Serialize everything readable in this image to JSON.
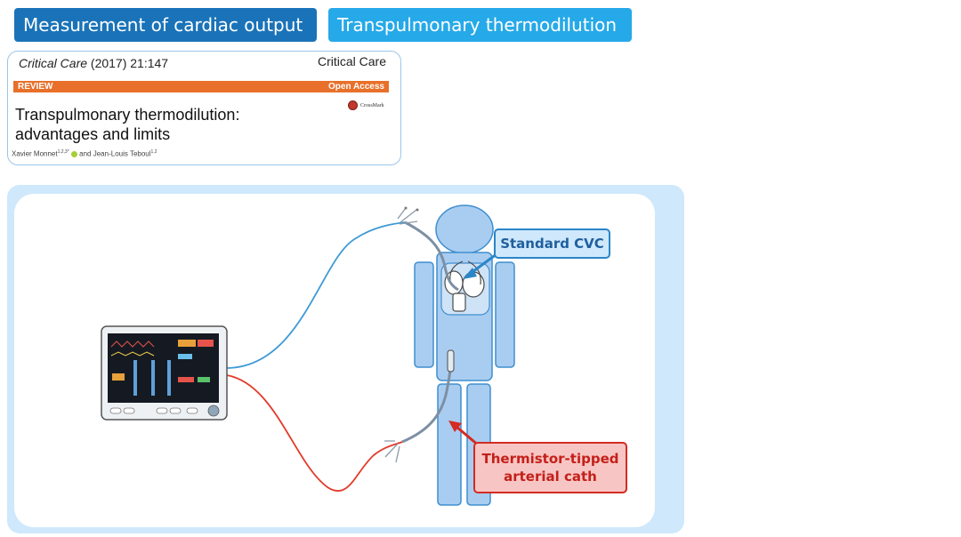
{
  "header": {
    "tag_left": "Measurement of cardiac output",
    "tag_right": "Transpulmonary thermodilution"
  },
  "citation": {
    "journal_name": "Critical Care",
    "journal_ref": "(2017) 21:147",
    "journal_brand": "Critical Care",
    "section_label": "REVIEW",
    "access_label": "Open Access",
    "crossmark_label": "CrossMark",
    "title": "Transpulmonary thermodilution: advantages and limits",
    "author1": "Xavier Monnet",
    "author1_sup": "1,2,3*",
    "author_join": "and",
    "author2": "Jean-Louis Teboul",
    "author2_sup": "1,2"
  },
  "diagram": {
    "labels": {
      "cvc": "Standard CVC",
      "arterial_line1": "Thermistor-tipped",
      "arterial_line2": "arterial cath"
    },
    "colors": {
      "venous_line": "#3f9ad6",
      "arterial_line": "#e23a2a",
      "body_fill": "#a9cdf0",
      "body_stroke": "#3f8fd0",
      "frame": "#cfe8fb",
      "cvc_callout_border": "#2a86c8",
      "art_callout_border": "#d42b23"
    }
  }
}
